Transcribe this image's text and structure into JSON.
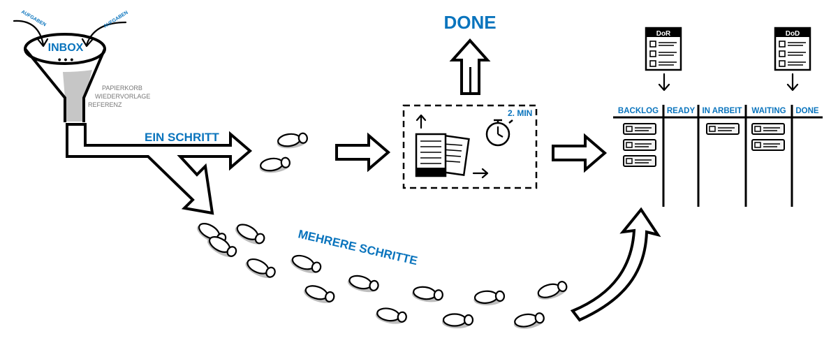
{
  "inbox": {
    "title": "INBOX",
    "dots": "• • •",
    "input_left": "AUFGABEN",
    "input_right": "AUFGABEN",
    "bins": [
      "PAPIERKORB",
      "WIEDERVORLAGE",
      "REFERENZ"
    ]
  },
  "paths": {
    "single": "EIN SCHRITT",
    "multiple": "MEHRERE SCHRITTE"
  },
  "done_label": "DONE",
  "two_min_label": "2. MIN",
  "dor_label": "DoR",
  "dod_label": "DoD",
  "board": {
    "columns": [
      "BACKLOG",
      "READY",
      "IN ARBEIT",
      "WAITING",
      "DONE"
    ],
    "cards": {
      "BACKLOG": 3,
      "READY": 0,
      "IN ARBEIT": 1,
      "WAITING": 2,
      "DONE": 0
    }
  },
  "colors": {
    "accent": "#0a74bd",
    "ink": "#000000",
    "shadow": "#bdbdbd",
    "grey_text": "#777777"
  }
}
